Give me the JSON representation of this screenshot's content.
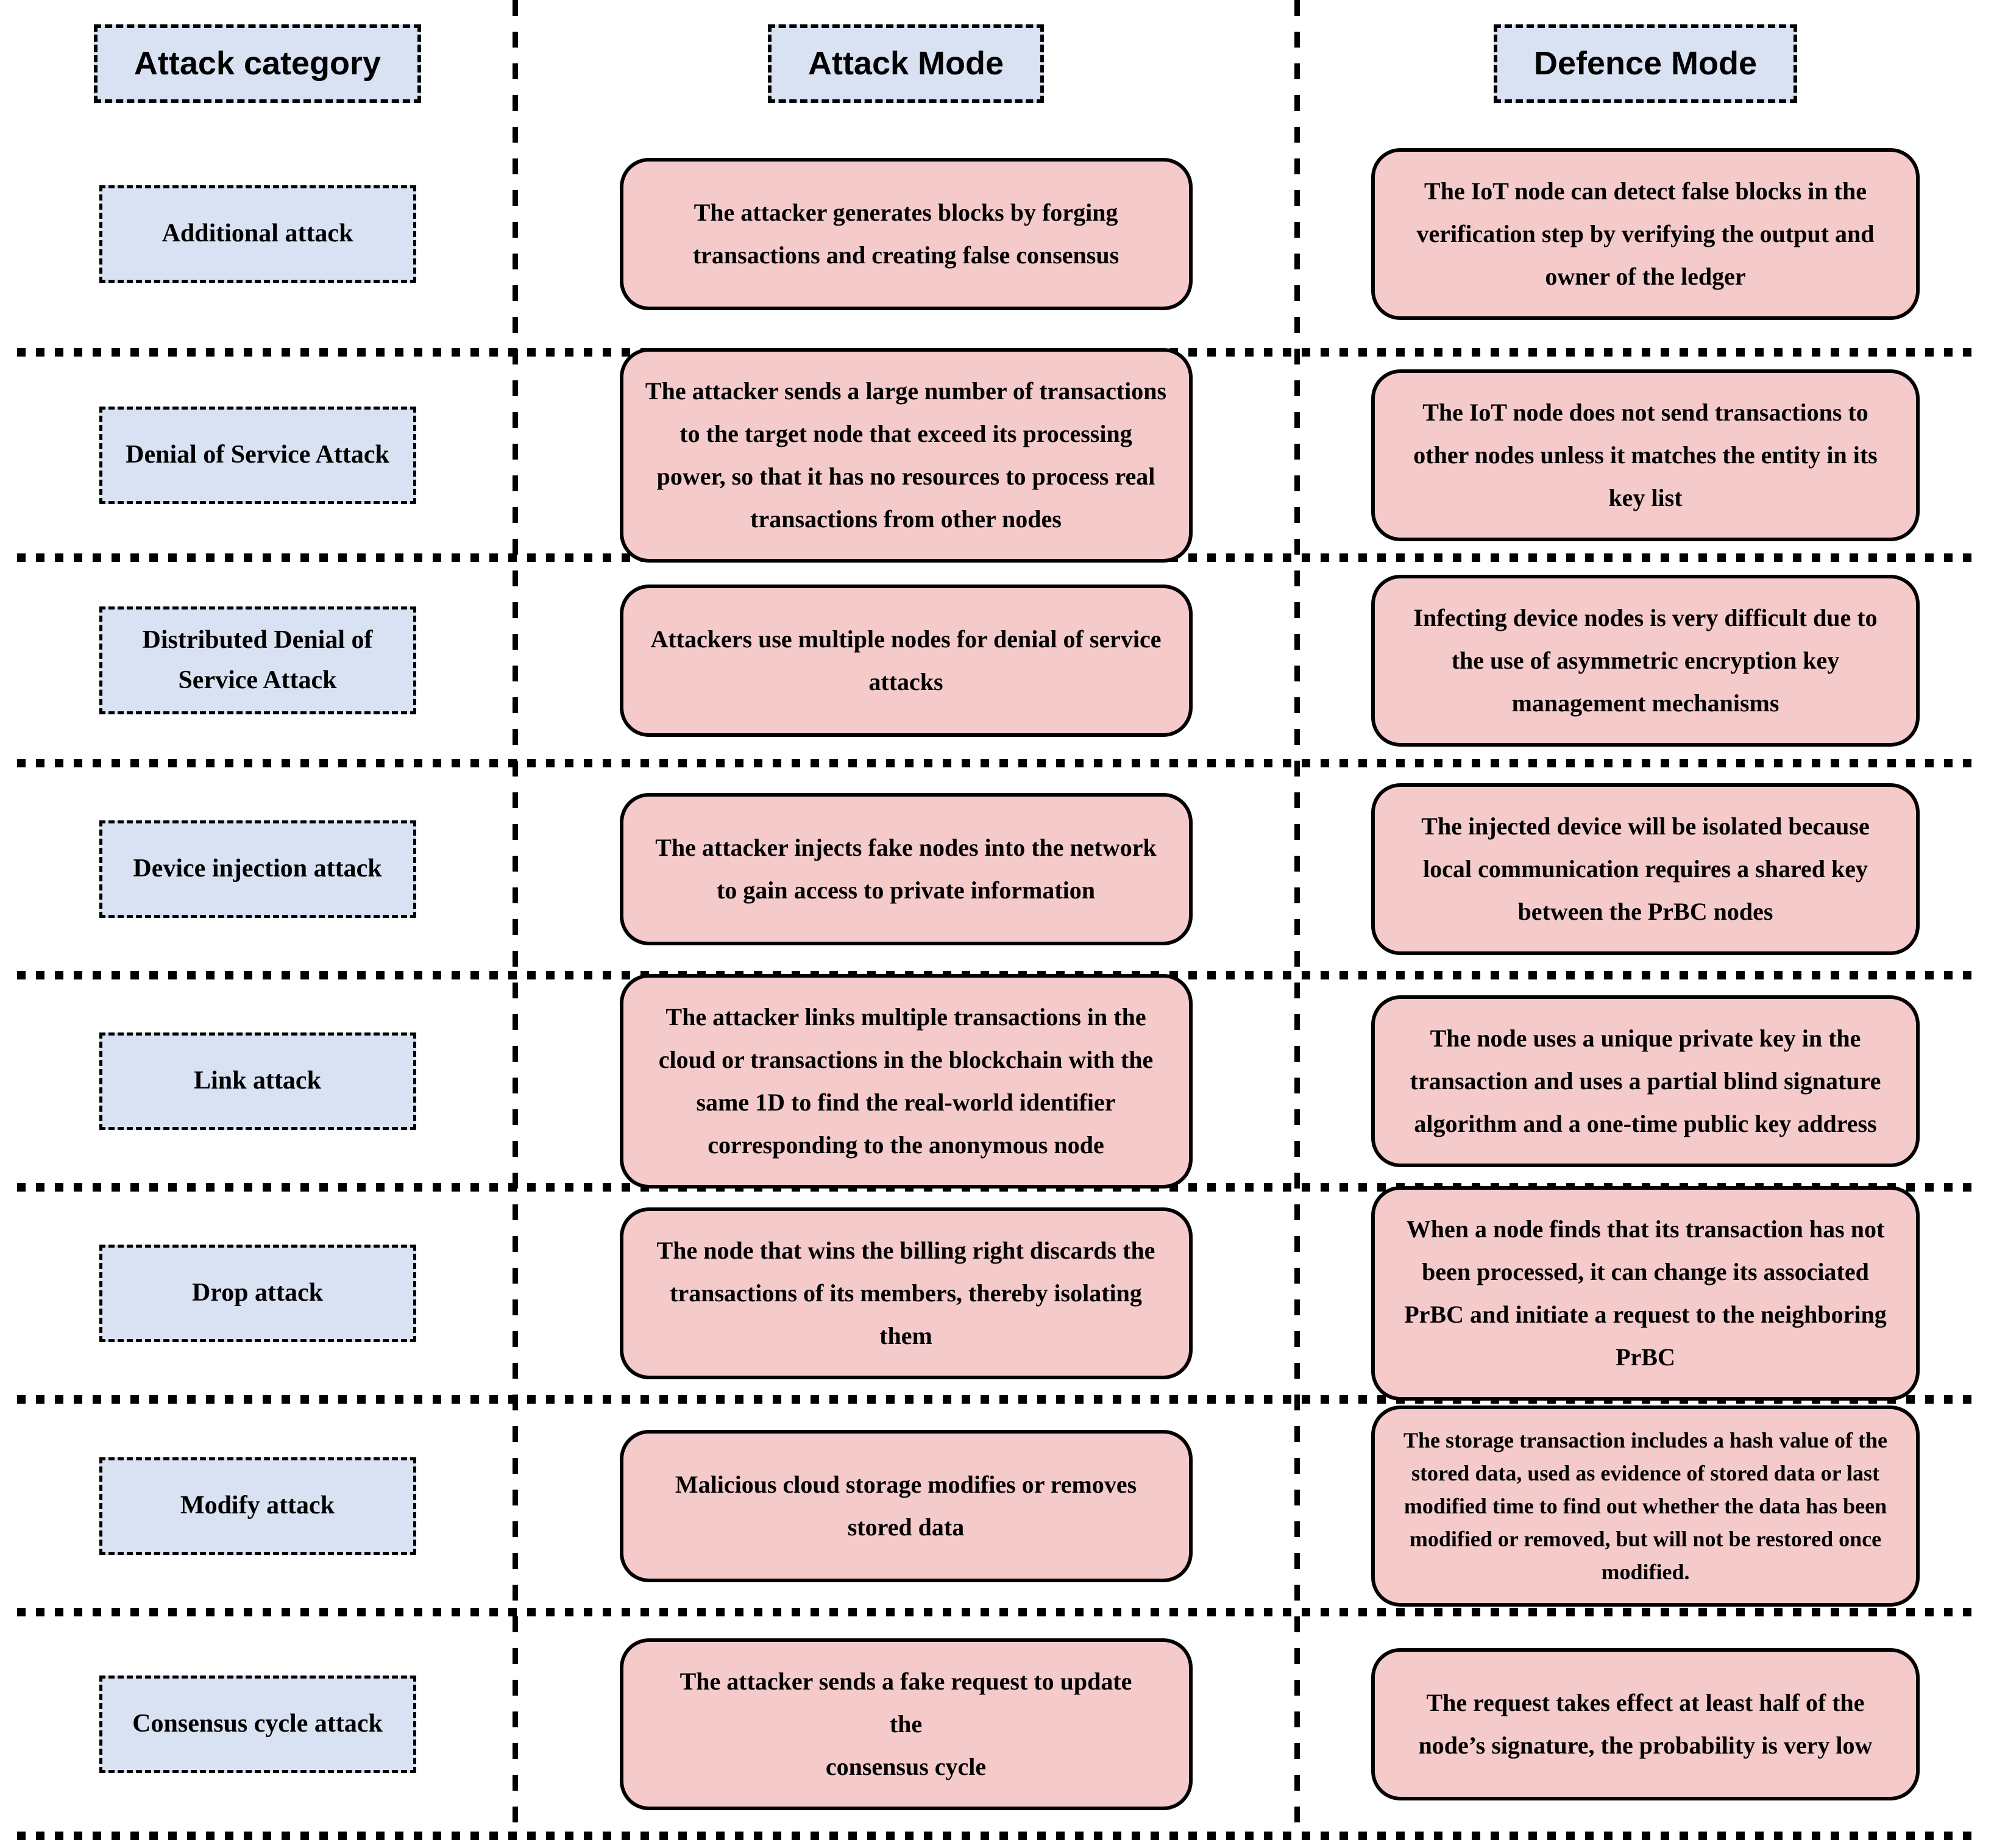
{
  "title": "Blockchain IoT attack and defence comparison diagram",
  "colors": {
    "category_fill": "#d9e2f3",
    "mode_fill": "#f4caca",
    "line": "#000000"
  },
  "header": {
    "columns": [
      "Attack category",
      "Attack Mode",
      "Defence Mode"
    ]
  },
  "rows": [
    {
      "category": "Additional attack",
      "attack": "The attacker generates blocks by forging transactions and creating false consensus",
      "defence": "The IoT node can detect false blocks in the verification step by verifying the output and owner of the ledger"
    },
    {
      "category": "Denial of Service Attack",
      "attack": "The attacker sends a large number of transactions to the target node that exceed its processing power, so that it has no resources to process real transactions from other nodes",
      "defence": "The IoT node does not send transactions to other nodes unless it matches the entity in its key list"
    },
    {
      "category": "Distributed Denial of Service Attack",
      "attack": "Attackers use multiple nodes for denial of service attacks",
      "defence": "Infecting device nodes is very difficult due to the use of asymmetric encryption key management mechanisms"
    },
    {
      "category": "Device injection attack",
      "attack": "The attacker injects fake nodes into the network to gain access to private information",
      "defence": "The injected device will be isolated because local communication requires a shared key between the PrBC nodes"
    },
    {
      "category": "Link attack",
      "attack": "The attacker links multiple transactions in the cloud or transactions in the blockchain with the same 1D to find the real-world identifier corresponding to the anonymous node",
      "defence": "The node uses a unique private key in the transaction and uses a partial blind signature algorithm and a one-time public key address"
    },
    {
      "category": "Drop attack",
      "attack": "The node that wins the billing right discards the transactions of its members, thereby isolating them",
      "defence": "When a node finds that its transaction has not been processed, it can change its associated PrBC and initiate a request to the neighboring PrBC"
    },
    {
      "category": "Modify attack",
      "attack": "Malicious cloud storage modifies or removes stored data",
      "defence": "The storage transaction includes a hash value of the stored data, used as evidence of stored data or last modified time to find out whether the data has been modified or removed, but will not be restored once modified."
    },
    {
      "category": "Consensus cycle attack",
      "attack": "The attacker sends a fake request to update\nthe\nconsensus cycle",
      "defence": "The request takes effect at least half of the node’s signature, the probability is very low"
    }
  ]
}
